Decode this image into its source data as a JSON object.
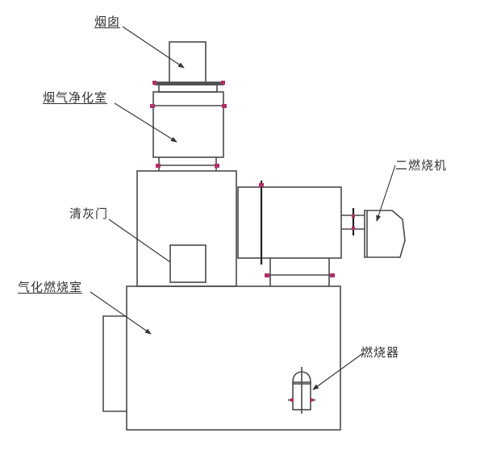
{
  "diagram": {
    "title": "",
    "colors": {
      "stroke": "#4a4a4a",
      "leader": "#333333",
      "flange_bolt": "#b0306a",
      "background": "#ffffff"
    },
    "labels": {
      "chimney": "烟囱",
      "flue_gas_cleaning_room": "烟气净化室",
      "ash_cleaning_door": "清灰门",
      "gasification_combustion_chamber": "气化燃烧室",
      "secondary_burner": "二燃烧机",
      "burner": "燃烧器"
    },
    "components": [
      {
        "id": "chimney",
        "label": "烟囱"
      },
      {
        "id": "flue_gas_cleaning_room",
        "label": "烟气净化室"
      },
      {
        "id": "ash_cleaning_door",
        "label": "清灰门"
      },
      {
        "id": "gasification_combustion_chamber",
        "label": "气化燃烧室"
      },
      {
        "id": "secondary_burner",
        "label": "二燃烧机"
      },
      {
        "id": "burner",
        "label": "燃烧器"
      }
    ]
  }
}
